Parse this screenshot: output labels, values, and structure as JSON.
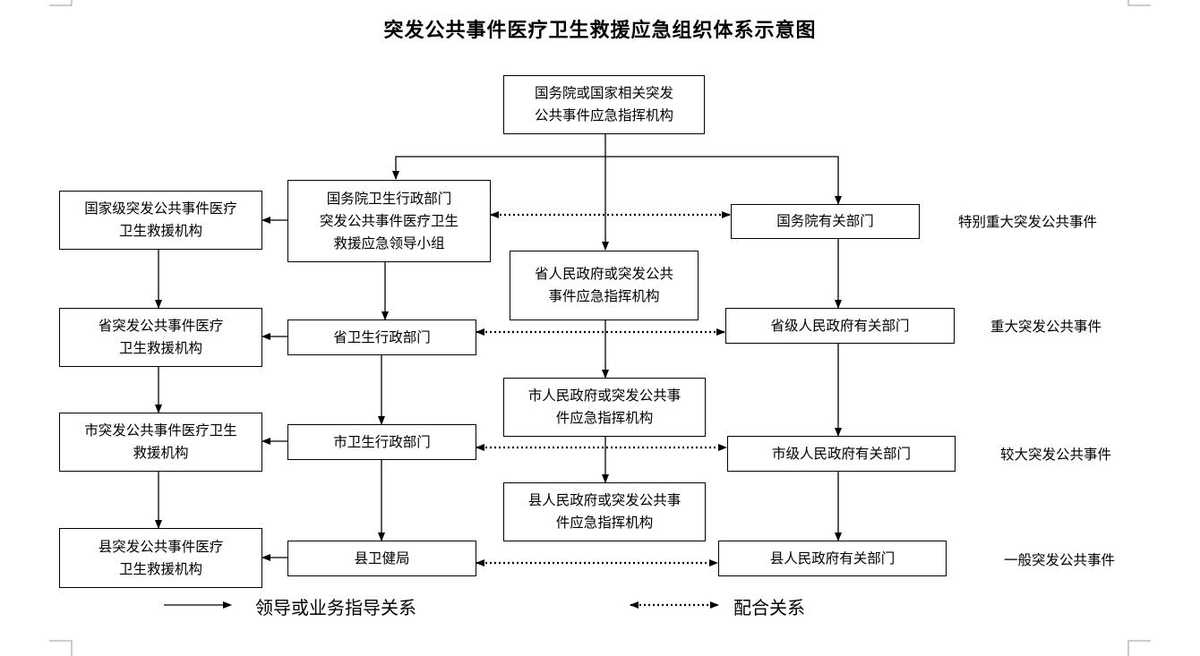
{
  "title": "突发公共事件医疗卫生救援应急组织体系示意图",
  "nodes": {
    "top": "国务院或国家相关突发\n公共事件应急指挥机构",
    "moh_group": "国务院卫生行政部门\n突发公共事件医疗卫生\n救援应急领导小组",
    "national_rescue": "国家级突发公共事件医疗\n卫生救援机构",
    "state_depts": "国务院有关部门",
    "prov_gov": "省人民政府或突发公共\n事件应急指挥机构",
    "prov_rescue": "省突发公共事件医疗\n卫生救援机构",
    "prov_health": "省卫生行政部门",
    "prov_depts": "省级人民政府有关部门",
    "city_gov": "市人民政府或突发公共事\n件应急指挥机构",
    "city_rescue": "市突发公共事件医疗卫生\n救援机构",
    "city_health": "市卫生行政部门",
    "city_depts": "市级人民政府有关部门",
    "county_gov": "县人民政府或突发公共事\n件应急指挥机构",
    "county_rescue": "县突发公共事件医疗\n卫生救援机构",
    "county_health": "县卫健局",
    "county_depts": "县人民政府有关部门"
  },
  "levels": {
    "l1": "特别重大突发公共事件",
    "l2": "重大突发公共事件",
    "l3": "较大突发公共事件",
    "l4": "一般突发公共事件"
  },
  "legend": {
    "solid": "领导或业务指导关系",
    "dotted": "配合关系"
  }
}
